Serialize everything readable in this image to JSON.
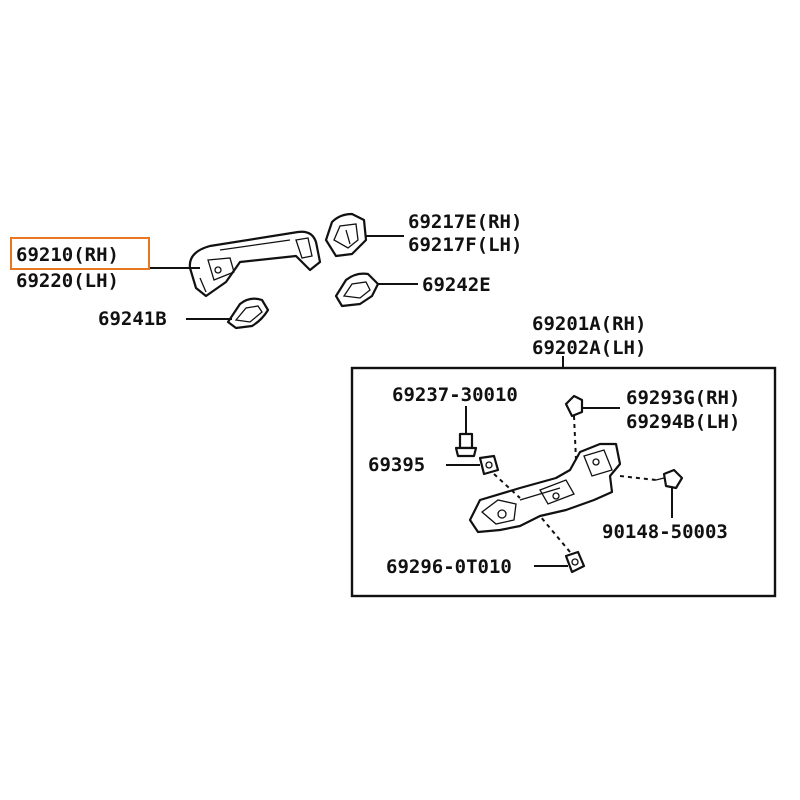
{
  "callouts": {
    "handle_rh": "69210(RH)",
    "handle_lh": "69220(LH)",
    "pad_rear": "69241B",
    "cap_rh": "69217E(RH)",
    "cap_lh": "69217F(LH)",
    "pad_front": "69242E",
    "frame_rh": "69201A(RH)",
    "frame_lh": "69202A(LH)",
    "screw": "69237-30010",
    "clip": "69395",
    "bracket_rh": "69293G(RH)",
    "bracket_lh": "69294B(LH)",
    "bolt": "90148-50003",
    "plug": "69296-0T010"
  },
  "highlight": {
    "target": "handle_rh",
    "color": "#e87722"
  }
}
